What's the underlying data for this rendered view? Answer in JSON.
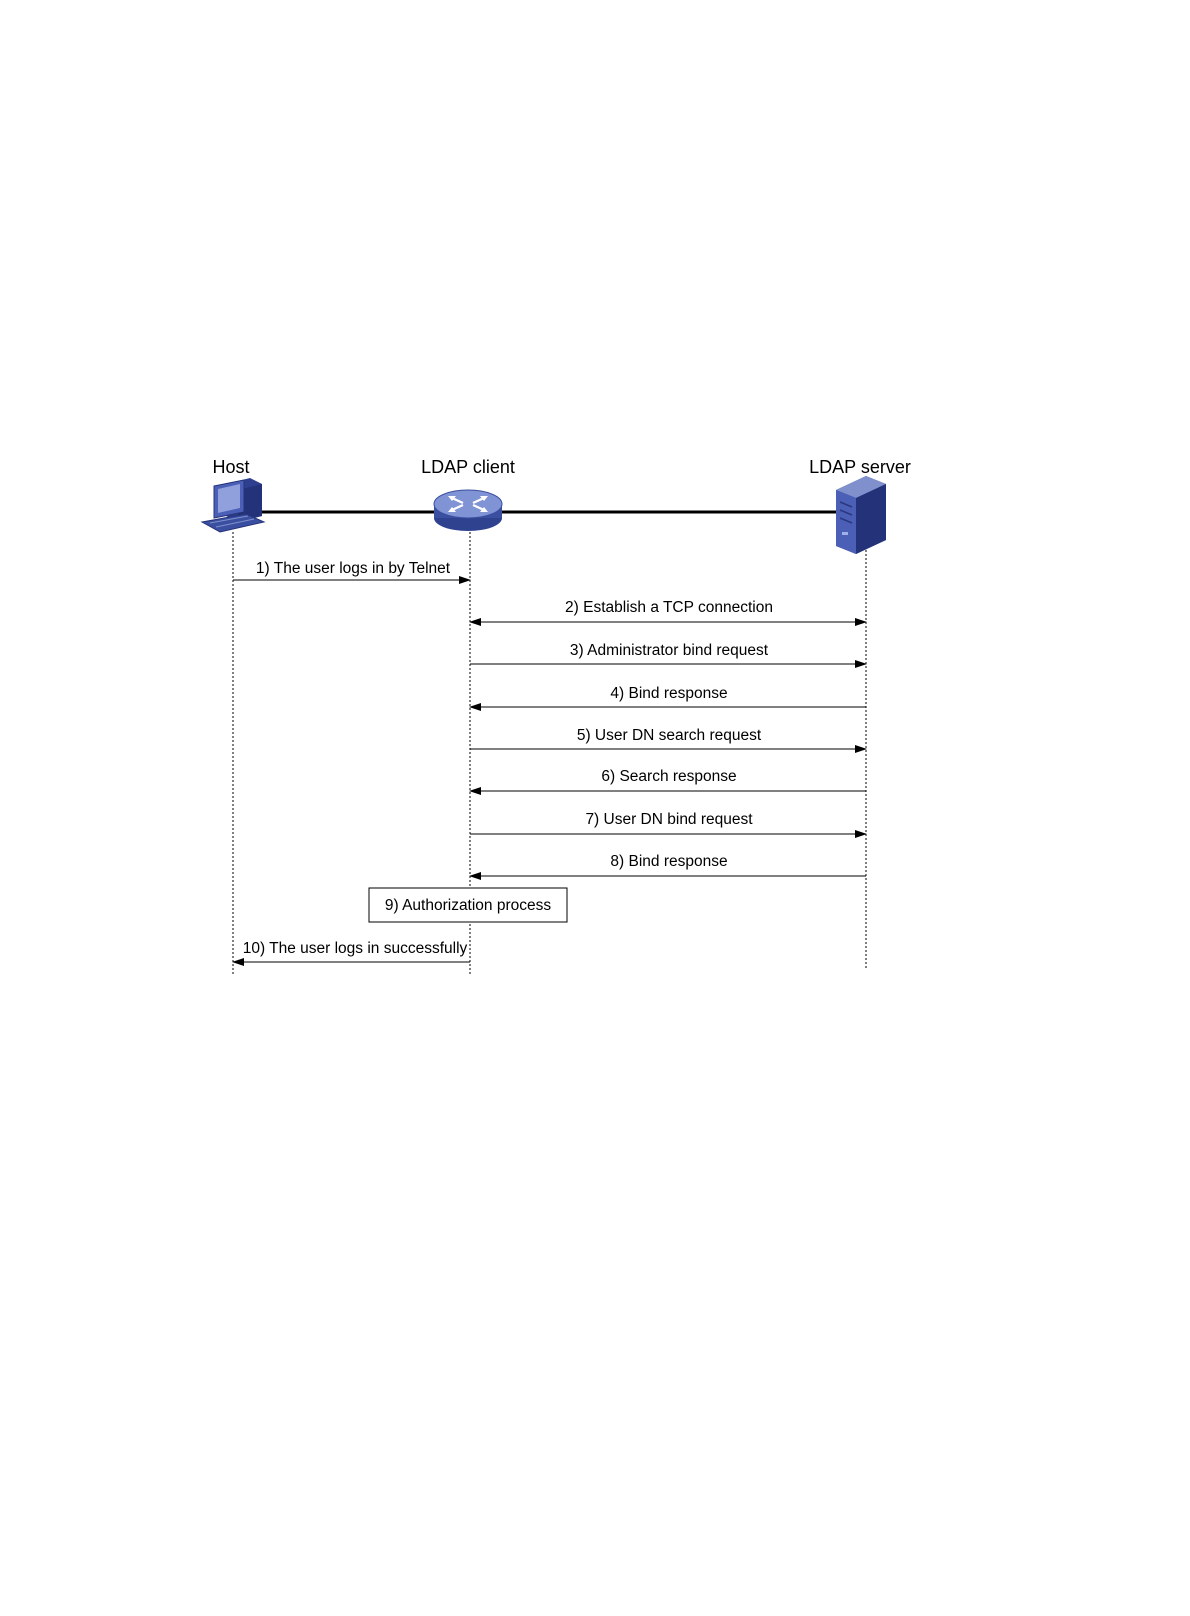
{
  "participants": {
    "host": "Host",
    "client": "LDAP client",
    "server": "LDAP server"
  },
  "icons": {
    "host": "desktop-computer-icon",
    "client": "router-icon",
    "server": "server-tower-icon"
  },
  "colors": {
    "device_blue": "#3a4fa0",
    "device_light": "#7f90cc",
    "line": "#000000"
  },
  "messages": [
    {
      "label": "1) The user logs in by Telnet",
      "from": "host",
      "to": "client"
    },
    {
      "label": "2) Establish a TCP connection",
      "from": "client",
      "to": "server",
      "bidirectional": true
    },
    {
      "label": "3) Administrator bind request",
      "from": "client",
      "to": "server"
    },
    {
      "label": "4) Bind response",
      "from": "server",
      "to": "client"
    },
    {
      "label": "5) User DN search request",
      "from": "client",
      "to": "server"
    },
    {
      "label": "6) Search response",
      "from": "server",
      "to": "client"
    },
    {
      "label": "7) User DN bind request",
      "from": "client",
      "to": "server"
    },
    {
      "label": "8) Bind response",
      "from": "server",
      "to": "client"
    }
  ],
  "process_box": {
    "label": "9) Authorization process"
  },
  "final_message": {
    "label": "10) The user logs in successfully",
    "from": "client",
    "to": "host"
  }
}
